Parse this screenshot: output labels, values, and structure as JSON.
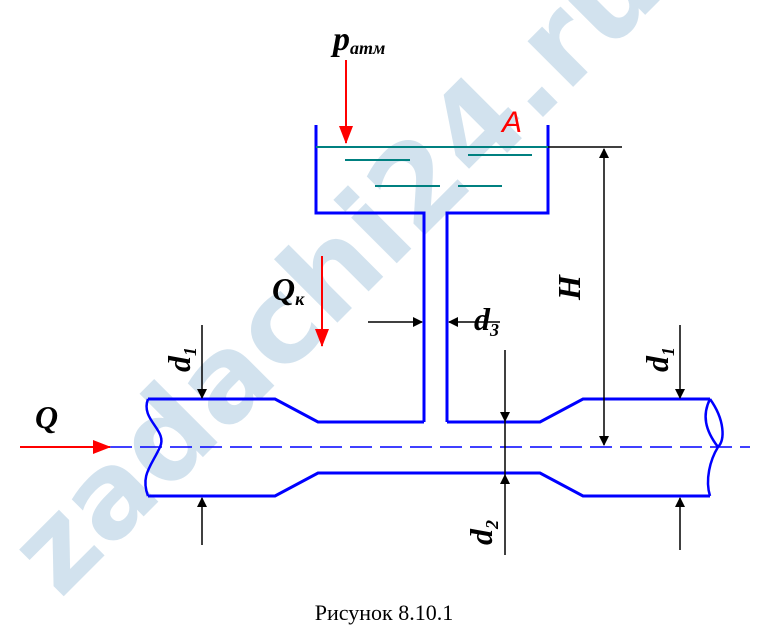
{
  "watermark": "zadachi24.ru",
  "labels": {
    "p": "p",
    "p_sub": "атм",
    "A": "A",
    "Qk": "Q",
    "Qk_sub": "к",
    "d3": "d",
    "d3_sub": "3",
    "H": "H",
    "d1_left": "d",
    "d1_left_sub": "1",
    "d1_right": "d",
    "d1_right_sub": "1",
    "d2": "d",
    "d2_sub": "2",
    "Q": "Q"
  },
  "caption": "Рисунок 8.10.1",
  "colors": {
    "pipe": "#0000ff",
    "water": "#008080",
    "arrow_red": "#ff0000",
    "watermark": "#c8dcea"
  }
}
